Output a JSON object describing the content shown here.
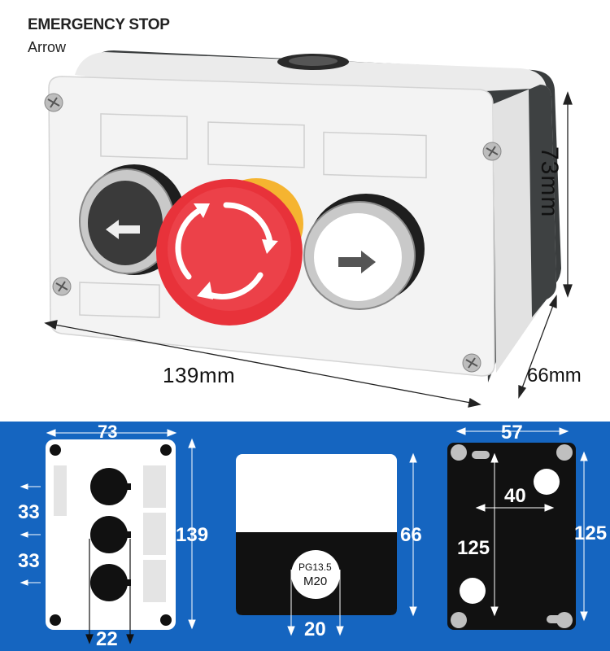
{
  "header": {
    "title": "EMERGENCY STOP",
    "subtitle": "Arrow"
  },
  "product": {
    "dimensions": {
      "height": "73mm",
      "width": "139mm",
      "depth": "66mm"
    },
    "buttons": [
      {
        "name": "left-arrow",
        "symbol": "←"
      },
      {
        "name": "emergency-stop",
        "symbol": "rotate"
      },
      {
        "name": "right-arrow",
        "symbol": "→"
      }
    ],
    "colors": {
      "housing": "#f1f1f1",
      "housing_back": "#3a3d3e",
      "estop_red": "#e8323a",
      "estop_yellow": "#f5b430"
    }
  },
  "drawings": {
    "front": {
      "width": "73",
      "spacing_1": "33",
      "spacing_2": "33",
      "height": "139",
      "hole_spacing": "22"
    },
    "side": {
      "depth": "66",
      "gland": "PG13.5",
      "thread": "M20",
      "gland_width": "20"
    },
    "back": {
      "width": "57",
      "inner": "40",
      "height_left": "125",
      "height_right": "125"
    },
    "panel_color": "#1565c0"
  }
}
